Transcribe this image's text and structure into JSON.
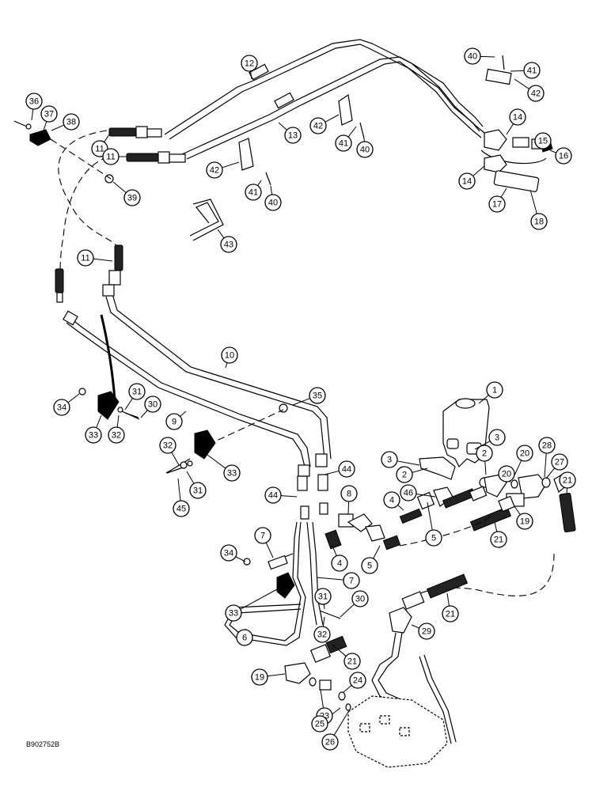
{
  "figure_code": "B902752B",
  "callouts": [
    {
      "label": "1"
    },
    {
      "label": "2"
    },
    {
      "label": "2"
    },
    {
      "label": "3"
    },
    {
      "label": "3"
    },
    {
      "label": "4"
    },
    {
      "label": "4"
    },
    {
      "label": "5"
    },
    {
      "label": "5"
    },
    {
      "label": "6"
    },
    {
      "label": "7"
    },
    {
      "label": "7"
    },
    {
      "label": "8"
    },
    {
      "label": "9"
    },
    {
      "label": "10"
    },
    {
      "label": "11"
    },
    {
      "label": "11"
    },
    {
      "label": "11"
    },
    {
      "label": "12"
    },
    {
      "label": "13"
    },
    {
      "label": "14"
    },
    {
      "label": "14"
    },
    {
      "label": "15"
    },
    {
      "label": "16"
    },
    {
      "label": "17"
    },
    {
      "label": "18"
    },
    {
      "label": "19"
    },
    {
      "label": "19"
    },
    {
      "label": "20"
    },
    {
      "label": "20"
    },
    {
      "label": "21"
    },
    {
      "label": "21"
    },
    {
      "label": "21"
    },
    {
      "label": "21"
    },
    {
      "label": "23"
    },
    {
      "label": "24"
    },
    {
      "label": "25"
    },
    {
      "label": "26"
    },
    {
      "label": "27"
    },
    {
      "label": "28"
    },
    {
      "label": "29"
    },
    {
      "label": "30"
    },
    {
      "label": "30"
    },
    {
      "label": "31"
    },
    {
      "label": "31"
    },
    {
      "label": "31"
    },
    {
      "label": "32"
    },
    {
      "label": "32"
    },
    {
      "label": "32"
    },
    {
      "label": "33"
    },
    {
      "label": "33"
    },
    {
      "label": "33"
    },
    {
      "label": "34"
    },
    {
      "label": "34"
    },
    {
      "label": "35"
    },
    {
      "label": "36"
    },
    {
      "label": "37"
    },
    {
      "label": "38"
    },
    {
      "label": "39"
    },
    {
      "label": "40"
    },
    {
      "label": "40"
    },
    {
      "label": "40"
    },
    {
      "label": "41"
    },
    {
      "label": "41"
    },
    {
      "label": "41"
    },
    {
      "label": "42"
    },
    {
      "label": "42"
    },
    {
      "label": "42"
    },
    {
      "label": "43"
    },
    {
      "label": "44"
    },
    {
      "label": "44"
    },
    {
      "label": "45"
    },
    {
      "label": "46"
    }
  ]
}
